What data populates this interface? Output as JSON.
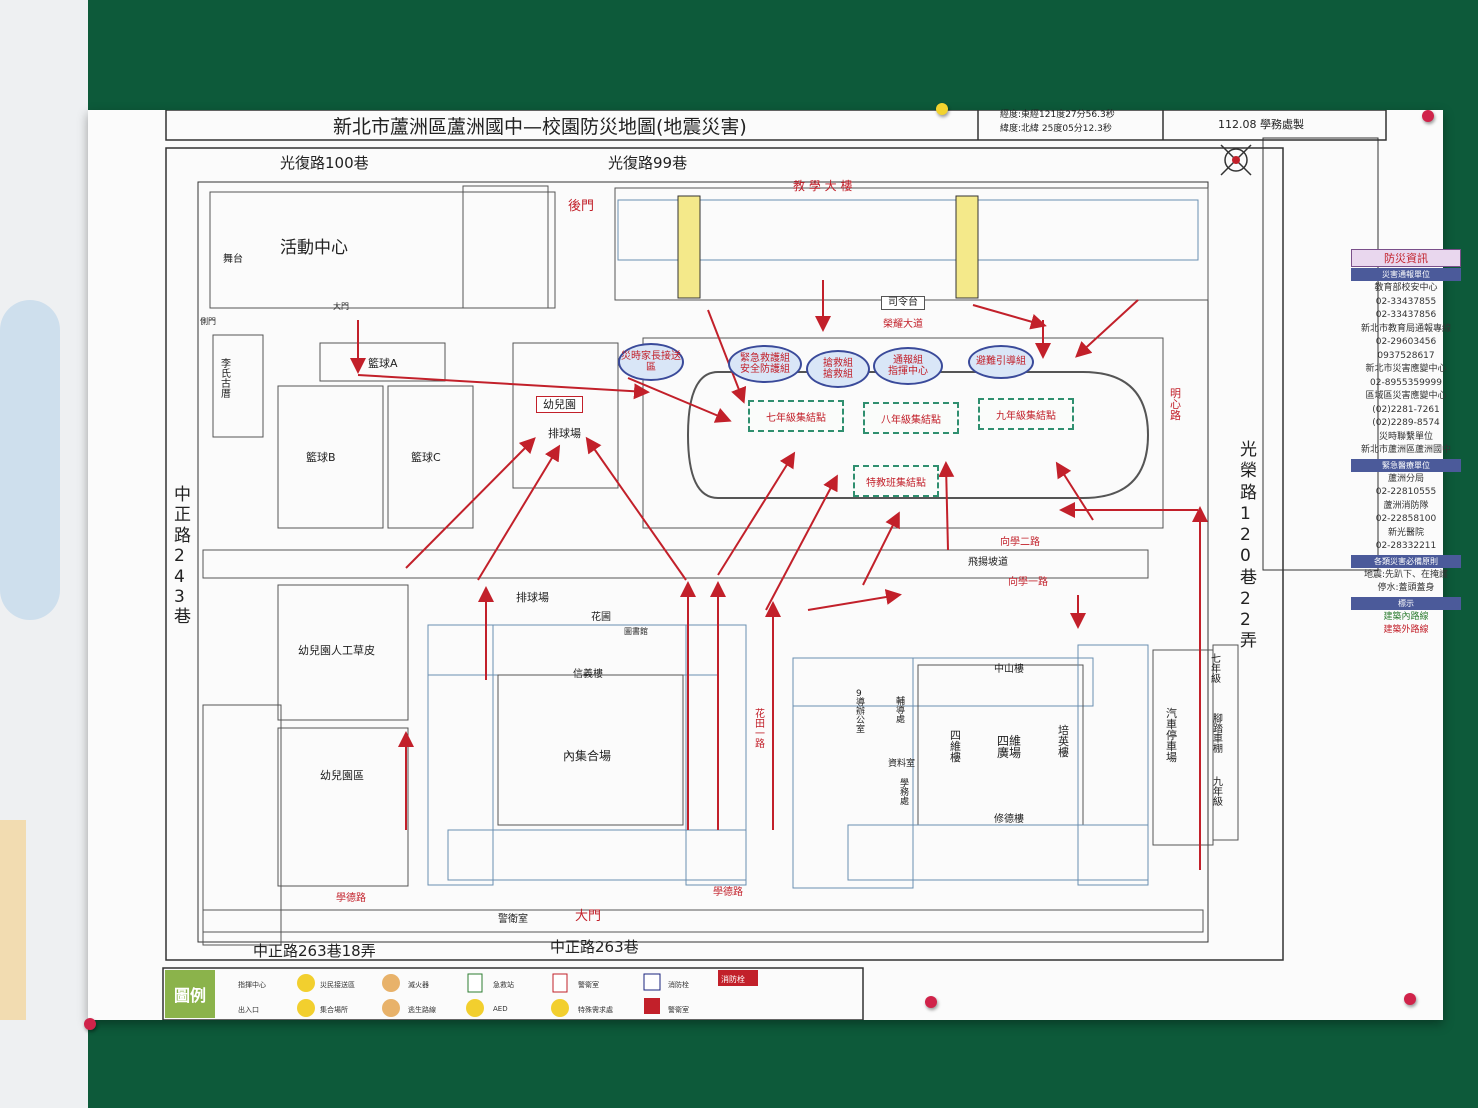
{
  "title": "新北市蘆洲區蘆洲國中—校園防災地圖(地震災害)",
  "coords": {
    "longitude": "經度:東經121度27分56.3秒",
    "latitude": "緯度:北緯 25度05分12.3秒"
  },
  "made_by": "112.08 學務處製",
  "roads": {
    "top_left": "光復路100巷",
    "top_center": "光復路99巷",
    "left": "中正路243巷",
    "bottom_left": "中正路263巷18弄",
    "bottom_center": "中正路263巷",
    "right": "光榮路120巷22弄",
    "right_inner": "明心路"
  },
  "places": {
    "teaching_building": "教 學 大 樓",
    "back_gate": "後門",
    "activity_center": "活動中心",
    "stage": "舞台",
    "main_gate_small": "大門",
    "gate_side": "側門",
    "li_temple": "李氏古厝",
    "basketball_a": "籃球A",
    "basketball_b": "籃球B",
    "basketball_c": "籃球C",
    "kindergarten": "幼兒園",
    "volleyball": "排球場",
    "honor_road": "榮耀大道",
    "commander": "司令台",
    "grade7_assembly": "七年級集結點",
    "grade8_assembly": "八年級集結點",
    "grade9_assembly": "九年級集結點",
    "special_assembly": "特教班集結點",
    "xiangxue_2": "向學二路",
    "xiangxue_1": "向學一路",
    "flying_ramp": "飛揚坡道",
    "volleyball_2": "排球場",
    "garden": "花圃",
    "kg_turf": "幼兒園人工草皮",
    "kg_area": "幼兒園區",
    "xinyi_building": "信義樓",
    "indoor_plaza": "內集合場",
    "huatian_road": "花田一路",
    "zhongshan_building": "中山樓",
    "siwei_building": "四維樓",
    "siwei_plaza": "四維廣場",
    "peiying_building": "培英樓",
    "xiude_building": "修德樓",
    "parking": "汽車停車場",
    "xuede_road": "學德路",
    "main_gate": "大門",
    "guard_room": "警衛室",
    "grade7_route": "七年級",
    "bike_parking": "腳踏車棚",
    "grade9_route": "九年級",
    "library_room": "圖書館",
    "counseling": "輔導處",
    "academic": "學務處",
    "resource_room": "資料室",
    "office_9": "9導辦公室"
  },
  "groups": {
    "family": "災時家長接送區",
    "rescue": "緊急救護組\n安全防護組",
    "search": "搶救組\n搶救組",
    "command": "通報組\n指揮中心",
    "guide": "避難引導組"
  },
  "sidebar": {
    "header": "防災資訊",
    "sub1": "災害通報單位",
    "lines1": [
      "教育部校安中心",
      "02-33437855",
      "02-33437856",
      "新北市教育局通報專線",
      "02-29603456",
      "0937528617",
      "新北市災害應變中心",
      "02-8955359999",
      "區域區災害應變中心",
      "(02)2281-7261",
      "(02)2289-8574",
      "災時聯繫單位",
      "新北市蘆洲區蘆洲國中"
    ],
    "sub2": "緊急醫療單位",
    "lines2": [
      "蘆洲分局",
      "02-22810555",
      "蘆洲消防隊",
      "02-22858100",
      "新光醫院",
      "02-28332211"
    ],
    "sub3": "各類災害必備原則",
    "lines3": [
      "地震:先趴下、在掩護",
      "停水:蓋頭蓋身"
    ],
    "sub4": "標示",
    "legend_inner": "建築內路線",
    "legend_outer": "建築外路線"
  },
  "legend": {
    "label": "圖例",
    "items": [
      "指揮中心",
      "災民接送區",
      "滅火器",
      "急救站",
      "警衛室",
      "消防栓",
      "消防栓",
      "出入口",
      "集合場所",
      "逃生路線",
      "AED",
      "特殊需求處",
      "警衛室"
    ]
  },
  "colors": {
    "board": "#0d5a3a",
    "route": "#c2202a",
    "assembly": "#2f8f6f",
    "legend": "#8bb34b"
  }
}
